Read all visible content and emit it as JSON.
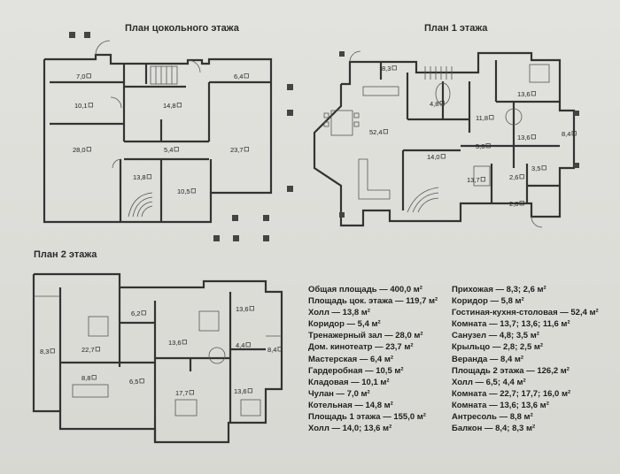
{
  "titles": {
    "basement": "План цокольного этажа",
    "floor1": "План 1 этажа",
    "floor2": "План 2 этажа"
  },
  "plans": {
    "basement": {
      "rooms": [
        "7,0",
        "6,4",
        "10,1",
        "14,8",
        "28,0",
        "5,4",
        "23,7",
        "13,8",
        "10,5"
      ]
    },
    "floor1": {
      "rooms": [
        "8,3",
        "13,6",
        "52,4",
        "4,8",
        "11,8",
        "13,6",
        "5,8",
        "8,4",
        "14,0",
        "3,5",
        "2,6",
        "13,7",
        "2,8"
      ]
    },
    "floor2": {
      "rooms": [
        "6,2",
        "13,6",
        "8,3",
        "22,7",
        "13,6",
        "4,4",
        "8,4",
        "8,8",
        "6,5",
        "17,7",
        "13,6"
      ]
    }
  },
  "legend": {
    "left": [
      "Общая площадь — 400,0 м²",
      "Площадь цок. этажа — 119,7 м²",
      "Холл — 13,8 м²",
      "Коридор — 5,4 м²",
      "Тренажерный зал — 28,0 м²",
      "Дом. кинотеатр — 23,7 м²",
      "Мастерская — 6,4 м²",
      "Гардеробная — 10,5 м²",
      "Кладовая — 10,1 м²",
      "Чулан — 7,0 м²",
      "Котельная — 14,8 м²",
      "Площадь 1 этажа — 155,0 м²",
      "Холл — 14,0; 13,6 м²"
    ],
    "right": [
      "Прихожая — 8,3; 2,6 м²",
      "Коридор — 5,8 м²",
      "Гостиная-кухня-столовая — 52,4 м²",
      "Комната — 13,7; 13,6; 11,6 м²",
      "Санузел — 4,8; 3,5 м²",
      "Крыльцо — 2,8; 2,5 м²",
      "Веранда — 8,4 м²",
      "Площадь 2 этажа — 126,2 м²",
      "Холл — 6,5; 4,4 м²",
      "Комната — 22,7; 17,7; 16,0 м²",
      "Комната — 13,6; 13,6 м²",
      "Антресоль — 8,8 м²",
      "Балкон — 8,4; 8,3 м²"
    ]
  }
}
